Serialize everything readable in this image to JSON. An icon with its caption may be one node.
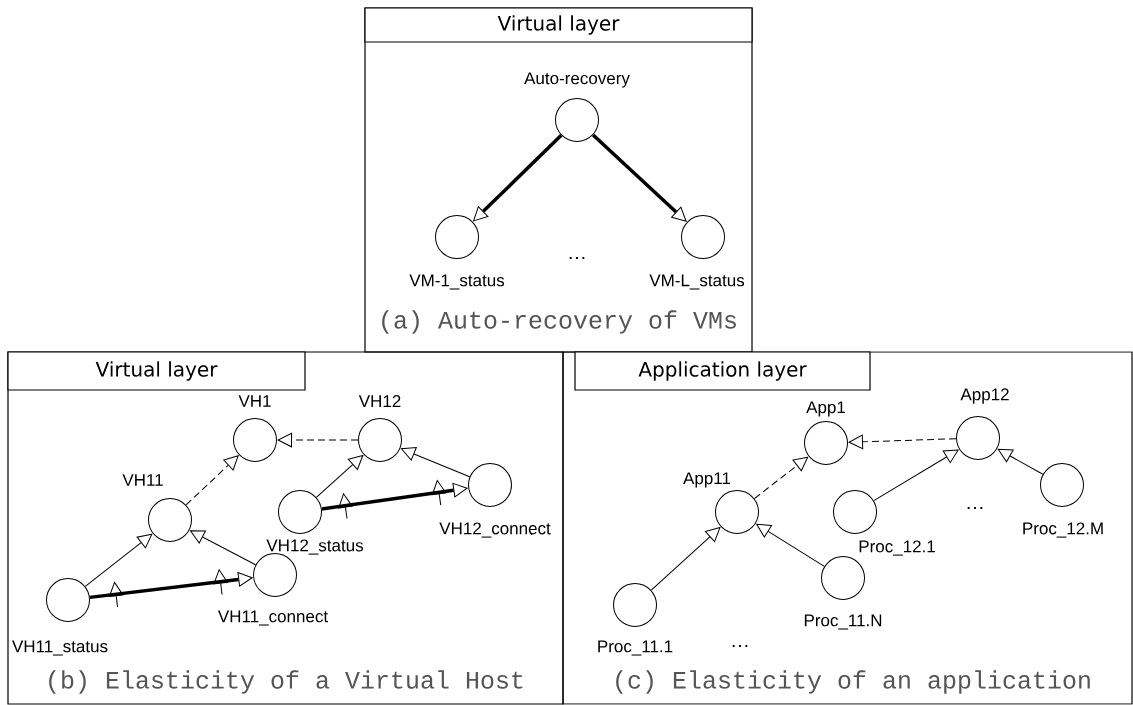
{
  "diagram": {
    "nodes": [
      {
        "text": [
          "Virtual layer",
          "(a) Auto-recovery of VMs"
        ]
      },
      {
        "text": [
          "Auto-recovery"
        ],
        "in": 0
      },
      {
        "text": [
          "VM-1_status"
        ],
        "in": 0
      },
      {
        "text": [
          "VM-L_status"
        ],
        "in": 0
      },
      {
        "text": [
          "Virtual layer",
          "(b) Elasticity of a Virtual Host"
        ]
      },
      {
        "text": [
          "VH1"
        ],
        "in": 4
      },
      {
        "text": [
          "VH11"
        ],
        "in": 4
      },
      {
        "text": [
          "VH11_status"
        ],
        "in": 4
      },
      {
        "text": [
          "VH11_connect"
        ],
        "in": 4
      },
      {
        "text": [
          "VH12"
        ],
        "in": 4
      },
      {
        "text": [
          "VH12_status"
        ],
        "in": 4
      },
      {
        "text": [
          "VH12_connect"
        ],
        "in": 4
      },
      {
        "text": [
          "Application layer",
          "(c) Elasticity of an application"
        ]
      },
      {
        "text": [
          "App1"
        ],
        "in": 12
      },
      {
        "text": [
          "App12"
        ],
        "in": 12
      },
      {
        "text": [
          "App11"
        ],
        "in": 12
      },
      {
        "text": [
          "Proc_11.1"
        ],
        "in": 12
      },
      {
        "text": [
          "Proc_11.N"
        ],
        "in": 12
      },
      {
        "text": [
          "Proc_12.1"
        ],
        "in": 12
      },
      {
        "text": [
          "Proc_12.M"
        ],
        "in": 12
      }
    ],
    "edges": [
      {
        "from": 1,
        "to": 2,
        "arrow": "to",
        "style": "thick"
      },
      {
        "from": 1,
        "to": 3,
        "arrow": "to",
        "style": "thick"
      },
      {
        "from": 6,
        "to": 5,
        "arrow": "to",
        "style": "dashed"
      },
      {
        "from": 9,
        "to": 5,
        "arrow": "to",
        "style": "dashed"
      },
      {
        "from": 7,
        "to": 6,
        "arrow": "to"
      },
      {
        "from": 8,
        "to": 6,
        "arrow": "to"
      },
      {
        "from": 7,
        "to": 8,
        "arrow": "to",
        "style": "thick"
      },
      {
        "from": 10,
        "to": 9,
        "arrow": "to"
      },
      {
        "from": 11,
        "to": 9,
        "arrow": "to"
      },
      {
        "from": 10,
        "to": 11,
        "arrow": "to",
        "style": "thick"
      },
      {
        "from": 15,
        "to": 13,
        "arrow": "to",
        "style": "dashed"
      },
      {
        "from": 14,
        "to": 13,
        "arrow": "to",
        "style": "dashed"
      },
      {
        "from": 16,
        "to": 15,
        "arrow": "to"
      },
      {
        "from": 17,
        "to": 15,
        "arrow": "to"
      },
      {
        "from": 18,
        "to": 14,
        "arrow": "to"
      },
      {
        "from": 19,
        "to": 14,
        "arrow": "to"
      }
    ],
    "labels": [
      "…",
      "…",
      "…"
    ]
  }
}
